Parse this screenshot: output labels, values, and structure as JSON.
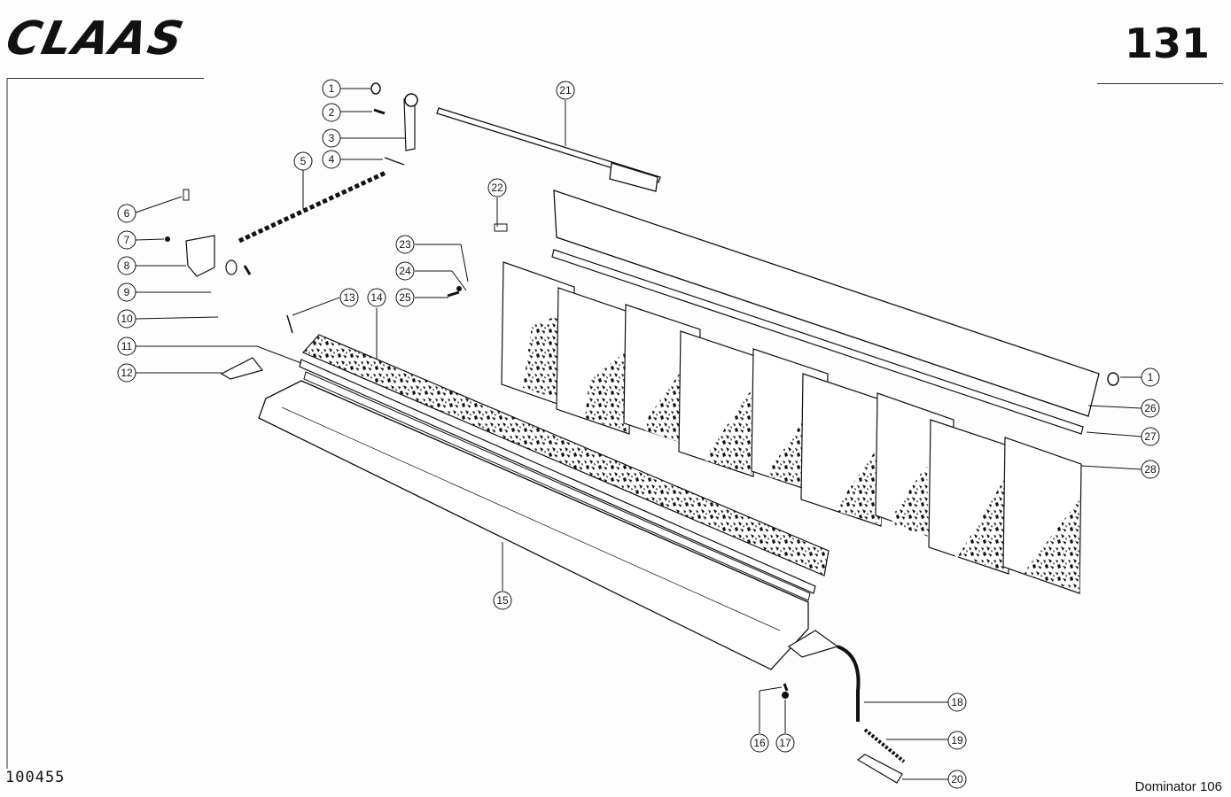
{
  "header": {
    "brand": "CLAAS",
    "page_number": "131"
  },
  "footer": {
    "document_number": "100455",
    "model": "Dominator 106"
  },
  "callouts": {
    "c1a": "1",
    "c2": "2",
    "c3": "3",
    "c4": "4",
    "c5": "5",
    "c6": "6",
    "c7": "7",
    "c8": "8",
    "c9": "9",
    "c10": "10",
    "c11": "11",
    "c12": "12",
    "c13": "13",
    "c14": "14",
    "c15": "15",
    "c16": "16",
    "c17": "17",
    "c18": "18",
    "c19": "19",
    "c20": "20",
    "c21": "21",
    "c22": "22",
    "c23": "23",
    "c24": "24",
    "c25": "25",
    "c1b": "1",
    "c26": "26",
    "c27": "27",
    "c28": "28"
  }
}
